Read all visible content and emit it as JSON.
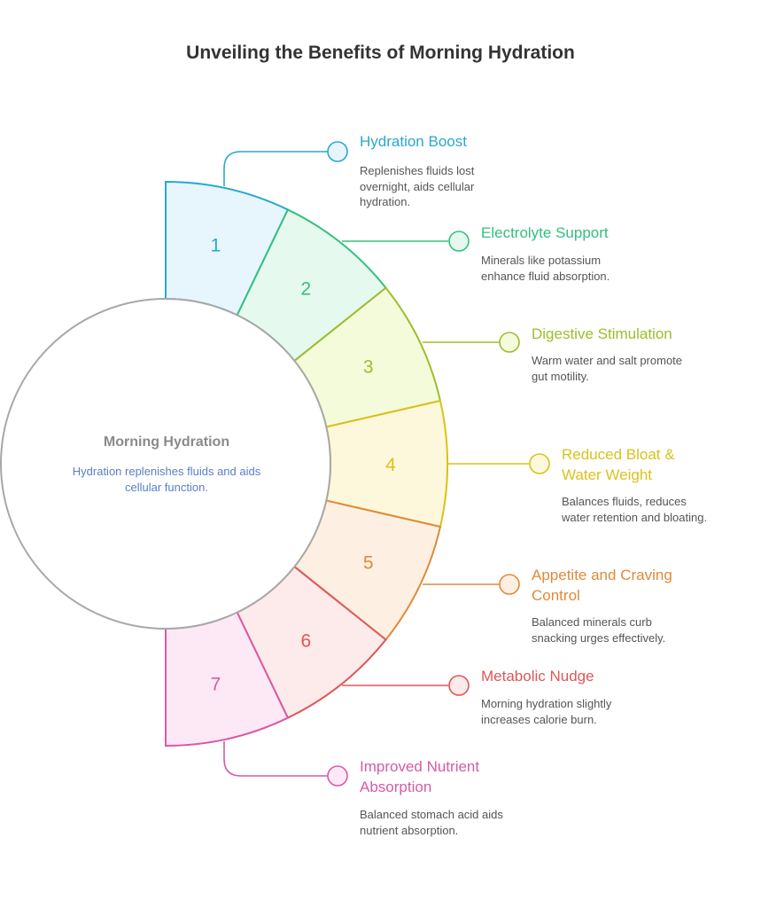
{
  "title": "Unveiling the Benefits of Morning Hydration",
  "center": {
    "title": "Morning Hydration",
    "description": "Hydration replenishes fluids and aids cellular function."
  },
  "items": [
    {
      "number": "1",
      "title_lines": [
        "Hydration Boost"
      ],
      "desc_lines": [
        "Replenishes fluids lost",
        "overnight, aids cellular",
        "hydration."
      ],
      "color": "#2aa8cc",
      "fill": "#e6f6fc"
    },
    {
      "number": "2",
      "title_lines": [
        "Electrolyte Support"
      ],
      "desc_lines": [
        "Minerals like potassium",
        "enhance fluid absorption."
      ],
      "color": "#33c07f",
      "fill": "#e5f9ee"
    },
    {
      "number": "3",
      "title_lines": [
        "Digestive Stimulation"
      ],
      "desc_lines": [
        "Warm water and salt promote",
        "gut motility."
      ],
      "color": "#9ebd2a",
      "fill": "#f3fbdb"
    },
    {
      "number": "4",
      "title_lines": [
        "Reduced Bloat &",
        "Water Weight"
      ],
      "desc_lines": [
        "Balances fluids, reduces",
        "water retention and bloating."
      ],
      "color": "#d9c21c",
      "fill": "#fdf8db"
    },
    {
      "number": "5",
      "title_lines": [
        "Appetite and Craving",
        "Control"
      ],
      "desc_lines": [
        "Balanced minerals curb",
        "snacking urges effectively."
      ],
      "color": "#e08a3a",
      "fill": "#fdf0e3"
    },
    {
      "number": "6",
      "title_lines": [
        "Metabolic Nudge"
      ],
      "desc_lines": [
        "Morning hydration slightly",
        "increases calorie burn."
      ],
      "color": "#dd5757",
      "fill": "#fdeaea"
    },
    {
      "number": "7",
      "title_lines": [
        "Improved Nutrient",
        "Absorption"
      ],
      "desc_lines": [
        "Balanced stomach acid aids",
        "nutrient absorption."
      ],
      "color": "#d85aa4",
      "fill": "#fde9f5"
    }
  ]
}
